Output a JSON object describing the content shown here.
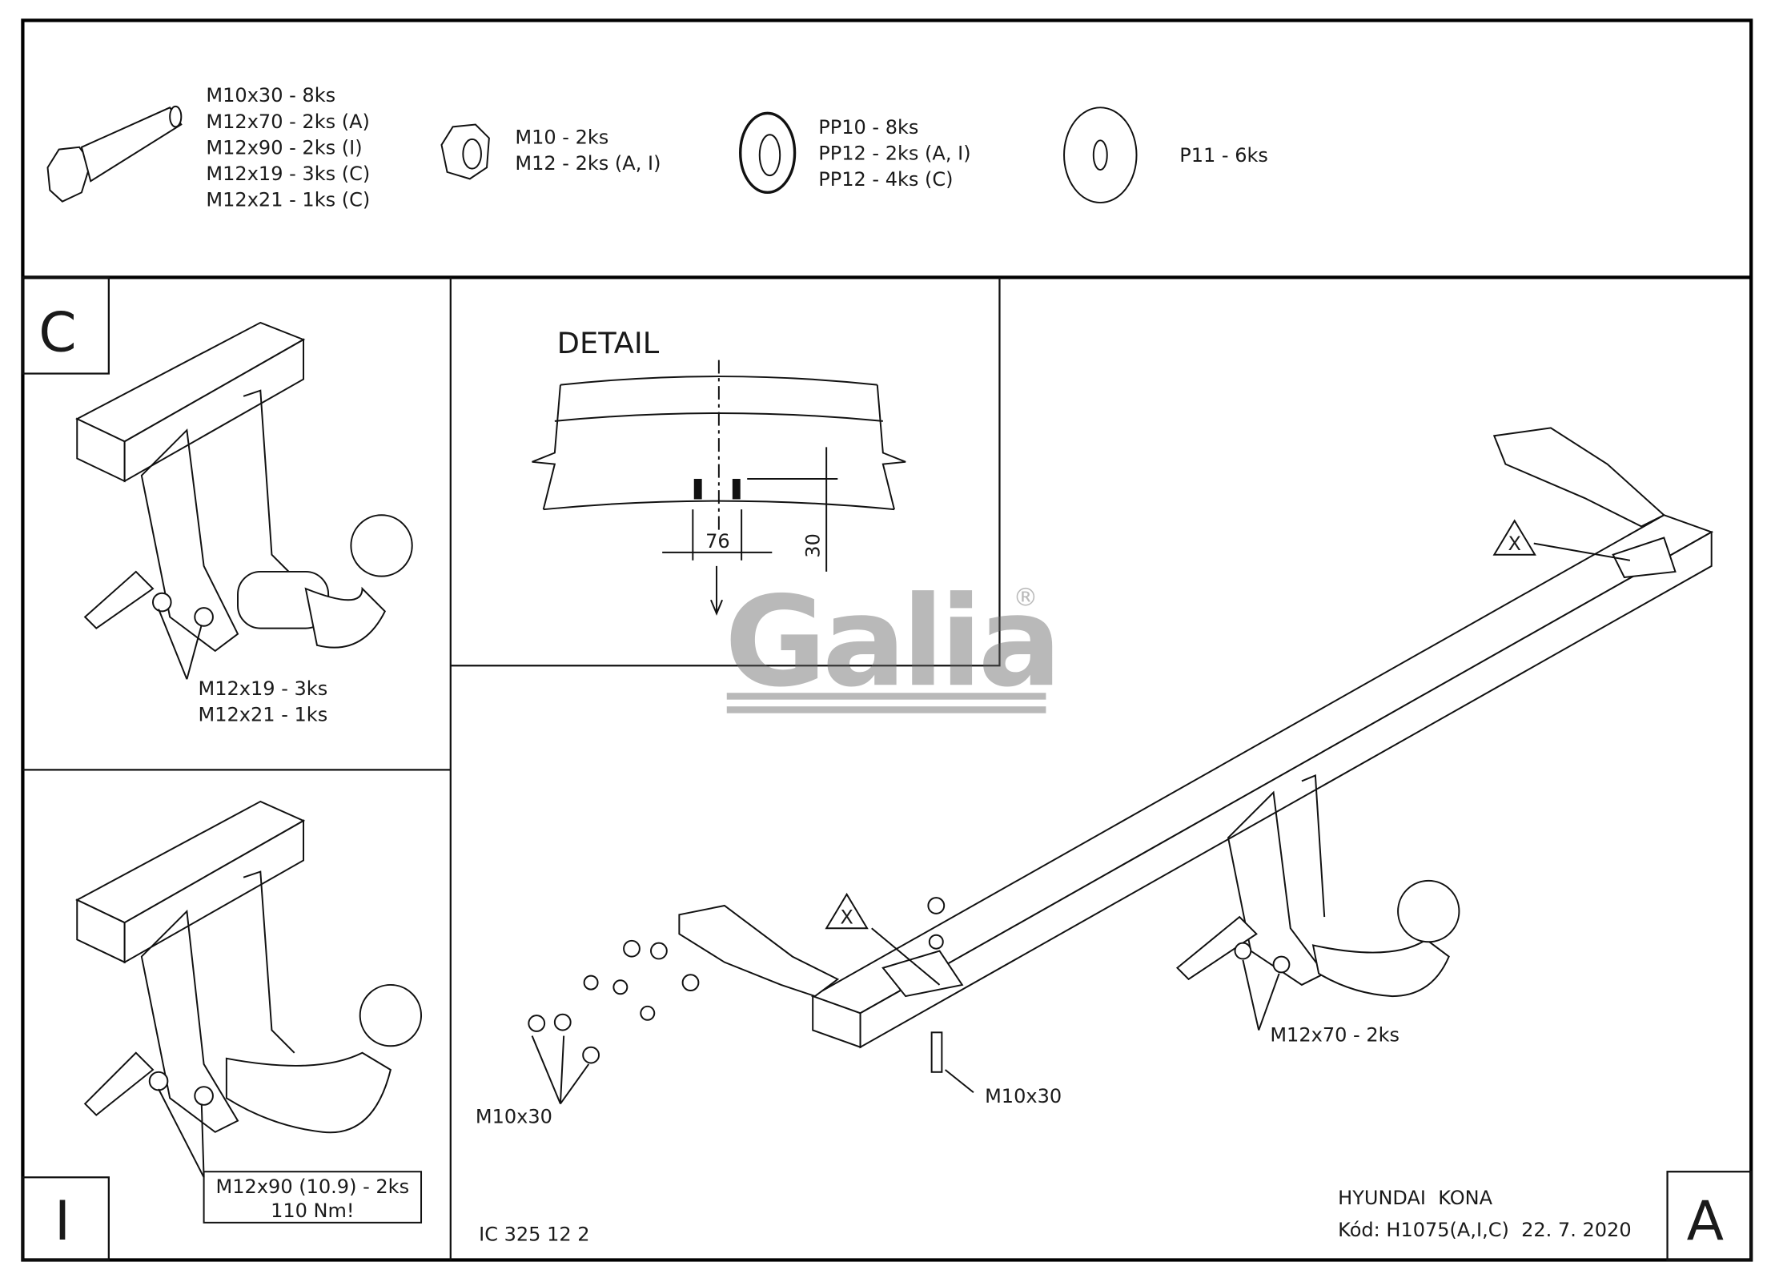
{
  "parts": {
    "bolts": [
      "M10x30 - 8ks",
      "M12x70 - 2ks (A)",
      "M12x90 - 2ks (I)",
      "M12x19 - 3ks (C)",
      "M12x21 - 1ks (C)"
    ],
    "nuts": [
      "M10 - 2ks",
      "M12 - 2ks (A, I)"
    ],
    "spring_washers": [
      "PP10 - 8ks",
      "PP12 - 2ks (A, I)",
      "PP12 - 4ks (C)"
    ],
    "flat_washers": [
      "P11 - 6ks"
    ]
  },
  "panel_c": {
    "label": "C",
    "callout": [
      "M12x19 - 3ks",
      "M12x21 - 1ks"
    ]
  },
  "panel_i": {
    "label": "I",
    "callout": [
      "M12x90 (10.9) - 2ks",
      "110 Nm!"
    ]
  },
  "detail": {
    "title": "DETAIL",
    "dim_width": "76",
    "dim_height": "30"
  },
  "logo": {
    "text": "Galia",
    "registered": "®"
  },
  "panel_a": {
    "label": "A",
    "markers": [
      "X",
      "X"
    ],
    "callouts": {
      "left_bolts": "M10x30",
      "center_bolt": "M10x30",
      "right_bolts": "M12x70 - 2ks"
    }
  },
  "footer": {
    "drawing_no": "IC 325 12 2",
    "vehicle": "HYUNDAI  KONA",
    "code": "Kód: H1075(A,I,C)  22. 7. 2020"
  }
}
